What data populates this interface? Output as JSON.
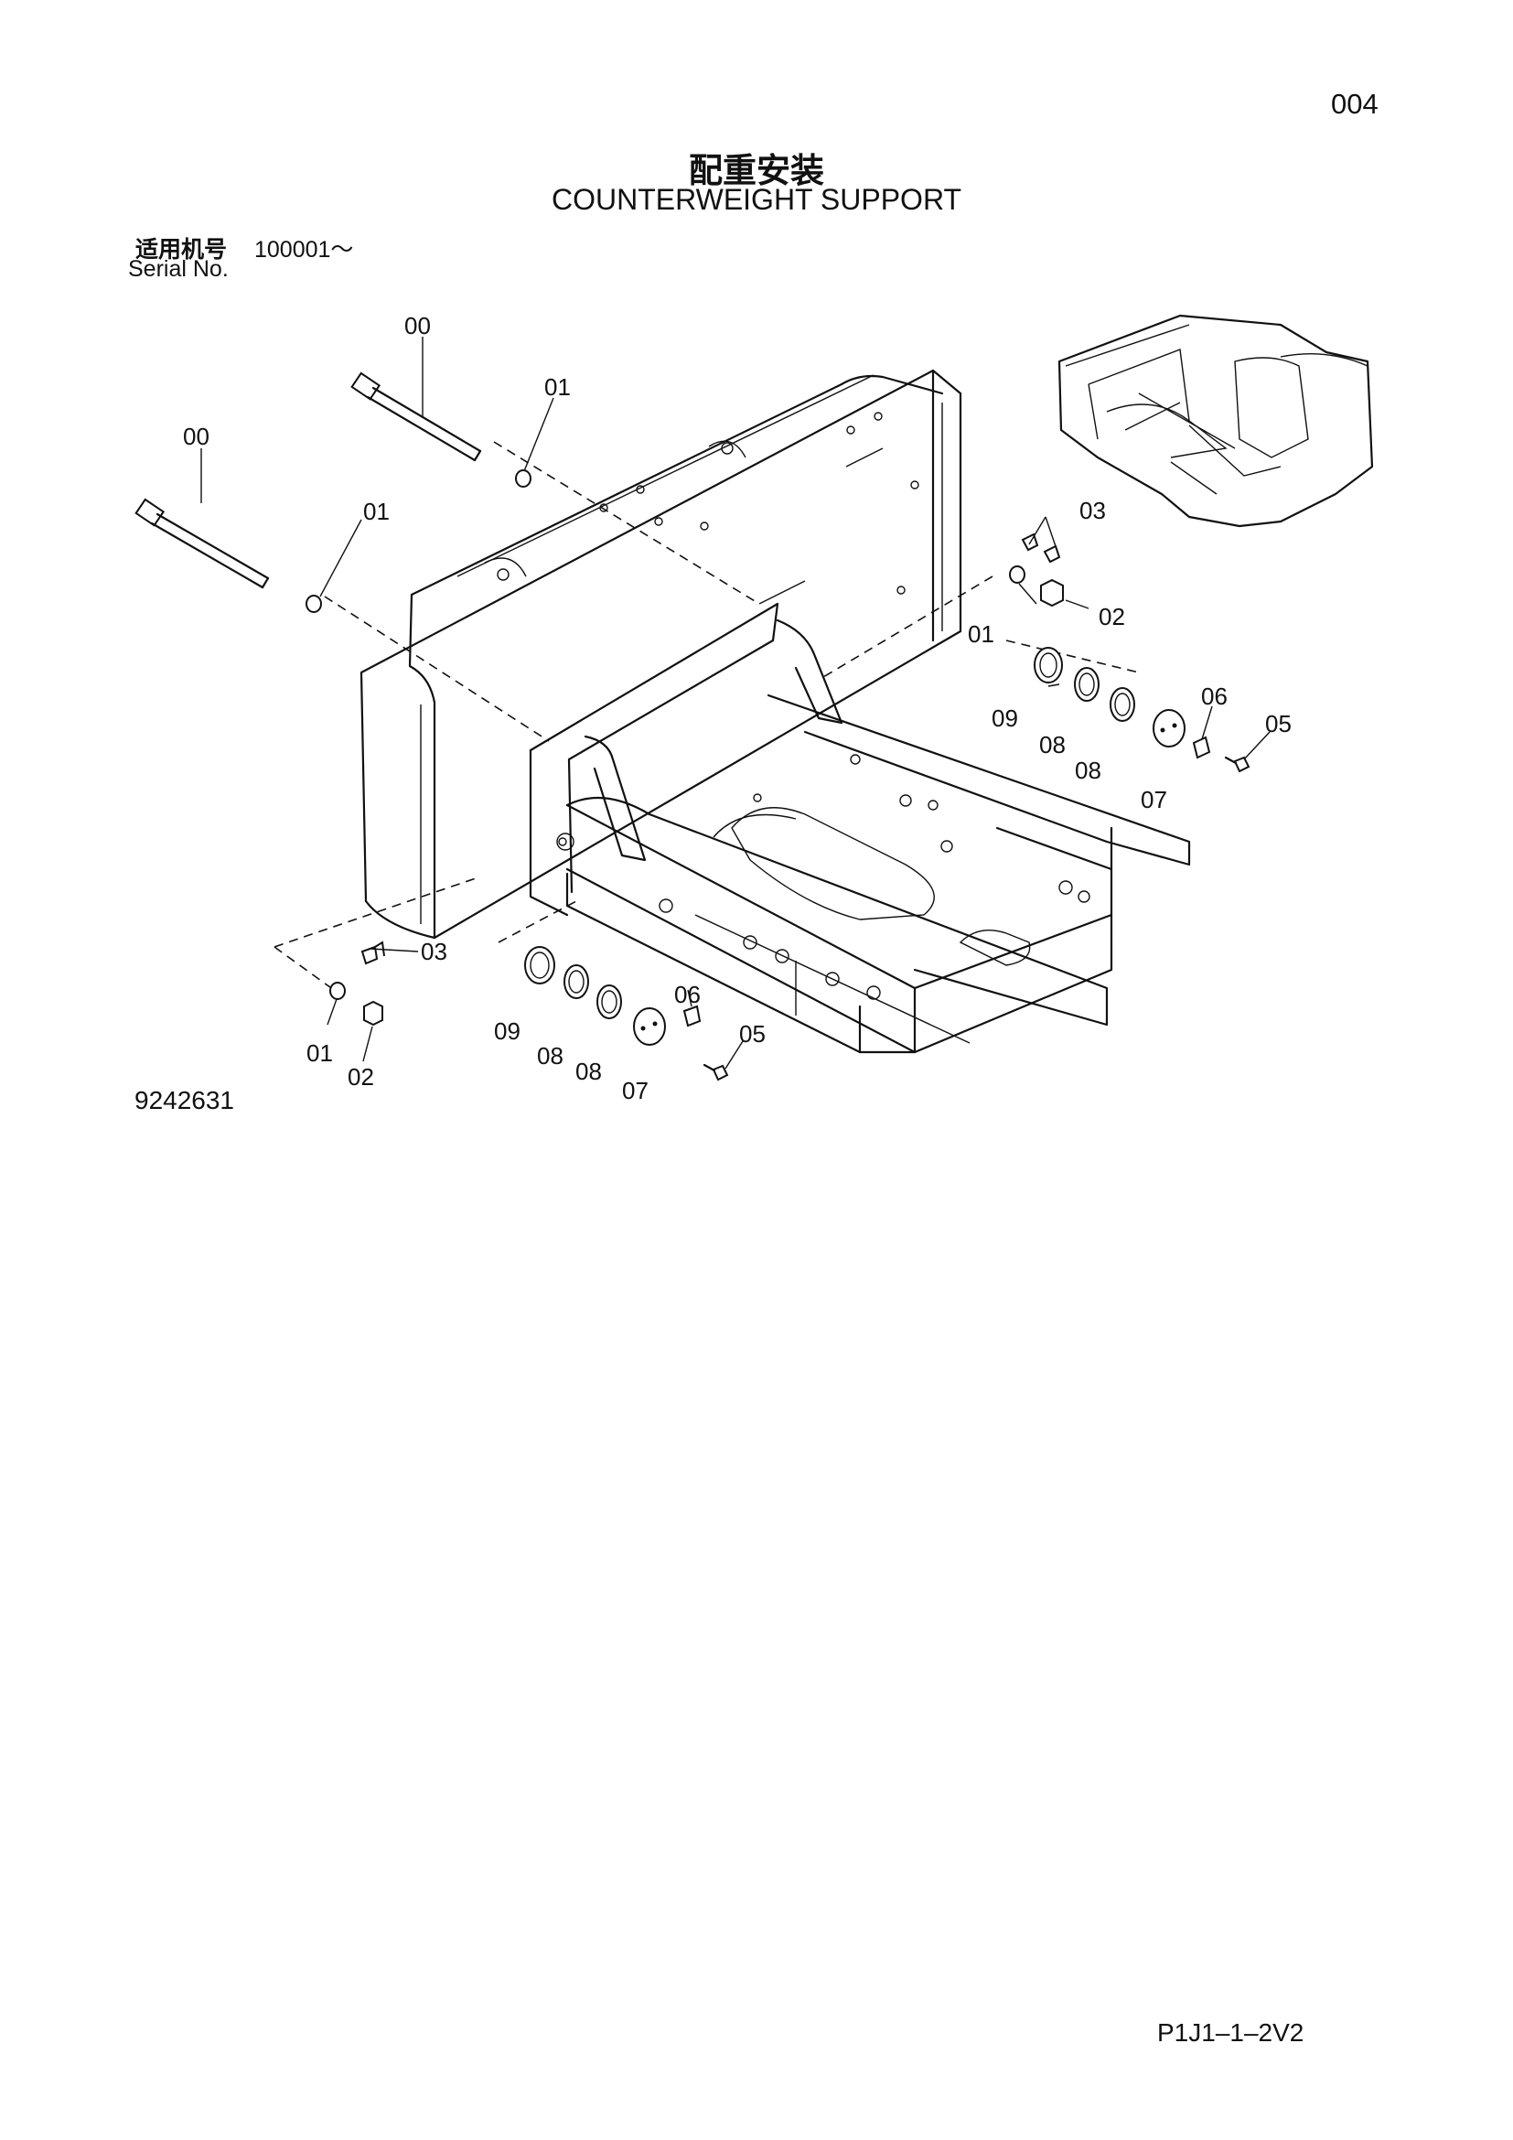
{
  "header": {
    "page_number": "004",
    "title_zh": "配重安装",
    "title_en": "COUNTERWEIGHT SUPPORT"
  },
  "serial": {
    "label_zh": "适用机号",
    "range": "100001～",
    "label_en": "Serial No."
  },
  "diagram": {
    "callouts": [
      "00",
      "00",
      "01",
      "01",
      "01",
      "01",
      "02",
      "02",
      "03",
      "03",
      "05",
      "05",
      "06",
      "06",
      "07",
      "07",
      "08",
      "08",
      "08",
      "08",
      "09",
      "09"
    ]
  },
  "footer": {
    "drawing_number": "9242631",
    "page_code": "P1J1–1–2V2"
  }
}
